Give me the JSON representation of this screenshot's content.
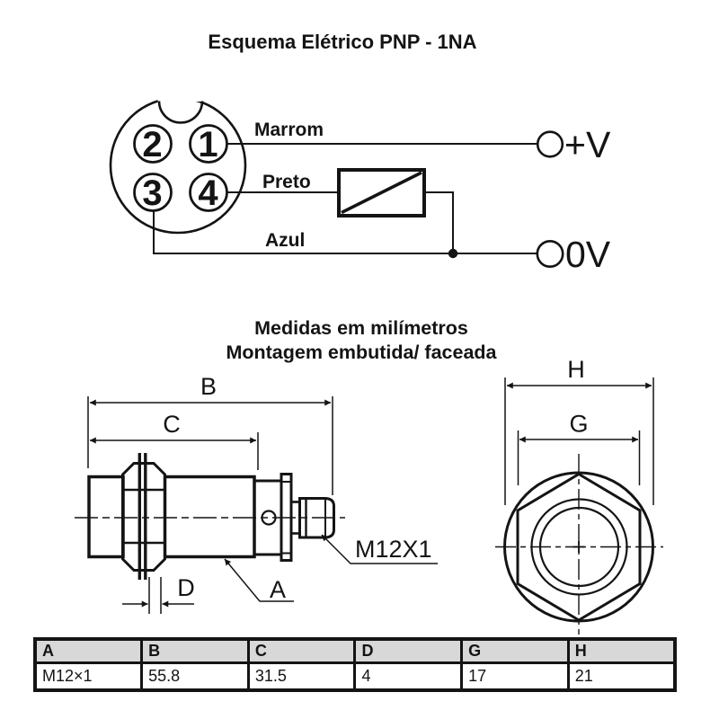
{
  "schematic": {
    "title": "Esquema Elétrico PNP - 1NA",
    "connector": {
      "pin_top_left": "2",
      "pin_top_right": "1",
      "pin_bottom_left": "3",
      "pin_bottom_right": "4"
    },
    "wires": {
      "brown_label": "Marrom",
      "black_label": "Preto",
      "blue_label": "Azul"
    },
    "terminals": {
      "positive": "+V",
      "zero": "0V"
    }
  },
  "dimensions": {
    "title_line1": "Medidas em milímetros",
    "title_line2": "Montagem embutida/ faceada",
    "side_view": {
      "label_b": "B",
      "label_c": "C",
      "label_d": "D",
      "label_a": "A",
      "thread_label": "M12X1"
    },
    "front_view": {
      "label_h": "H",
      "label_g": "G"
    }
  },
  "table": {
    "headers": [
      "A",
      "B",
      "C",
      "D",
      "G",
      "H"
    ],
    "values": [
      "M12×1",
      "55.8",
      "31.5",
      "4",
      "17",
      "21"
    ]
  },
  "colors": {
    "ink": "#141414",
    "table_header_bg": "#d8d8d8",
    "background": "#ffffff"
  }
}
